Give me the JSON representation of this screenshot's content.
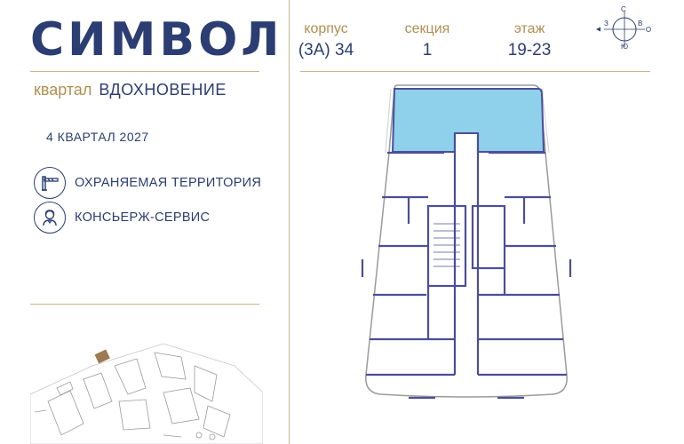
{
  "brand": {
    "logo": "СИМВОЛ"
  },
  "quarter": {
    "label": "квартал",
    "name": "ВДОХНОВЕНИЕ"
  },
  "completion": "4 КВАРТАЛ 2027",
  "features": [
    {
      "icon": "barrier-gate-icon",
      "label": "ОХРАНЯЕМАЯ ТЕРРИТОРИЯ"
    },
    {
      "icon": "concierge-icon",
      "label": "КОНСЬЕРЖ-СЕРВИС"
    }
  ],
  "building": {
    "korpus_label": "корпус",
    "korpus_value": "(3А) 34",
    "section_label": "секция",
    "section_value": "1",
    "floor_label": "этаж",
    "floor_value": "19-23"
  },
  "compass": {
    "n": "С",
    "s": "Ю",
    "w": "З",
    "e": "В"
  },
  "colors": {
    "navy": "#2b3d72",
    "gold": "#b08f52",
    "highlight": "#8fd0ea",
    "wall": "#4b4e9a"
  }
}
